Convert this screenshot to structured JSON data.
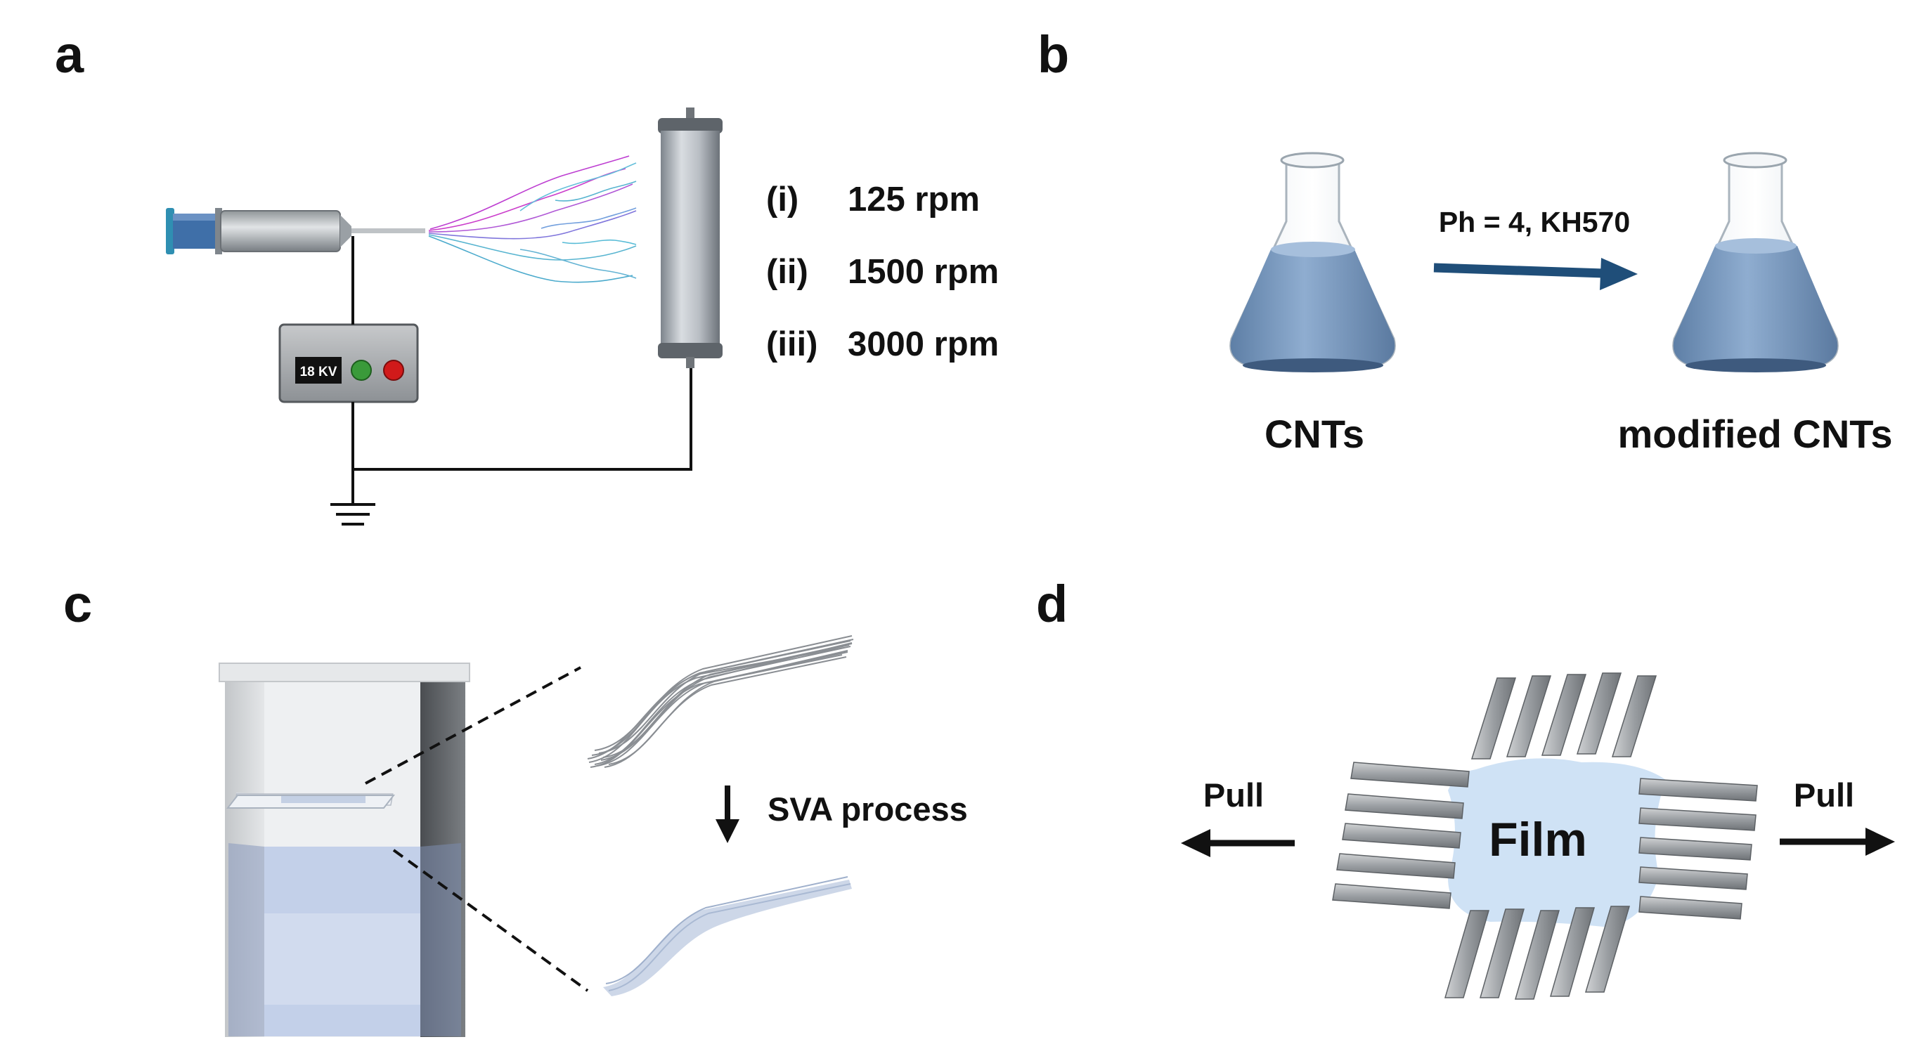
{
  "panels": {
    "a": {
      "label": "a",
      "voltage": "18 KV",
      "speeds": [
        {
          "index": "(i)",
          "value": "125 rpm"
        },
        {
          "index": "(ii)",
          "value": "1500 rpm"
        },
        {
          "index": "(iii)",
          "value": "3000 rpm"
        }
      ]
    },
    "b": {
      "label": "b",
      "reaction": "Ph = 4, KH570",
      "left_flask": "CNTs",
      "right_flask": "modified CNTs"
    },
    "c": {
      "label": "c",
      "process": "SVA process"
    },
    "d": {
      "label": "d",
      "film": "Film",
      "pull_left": "Pull",
      "pull_right": "Pull"
    }
  },
  "colors": {
    "liquid": "#7d9cc0",
    "arrow_navy": "#1f4e79",
    "film_fill": "#cfe2f5",
    "button_green": "#3a9a3a",
    "button_red": "#d11a1a",
    "fiber_blue": "#3aa8c8",
    "fiber_magenta": "#c21cc2"
  }
}
